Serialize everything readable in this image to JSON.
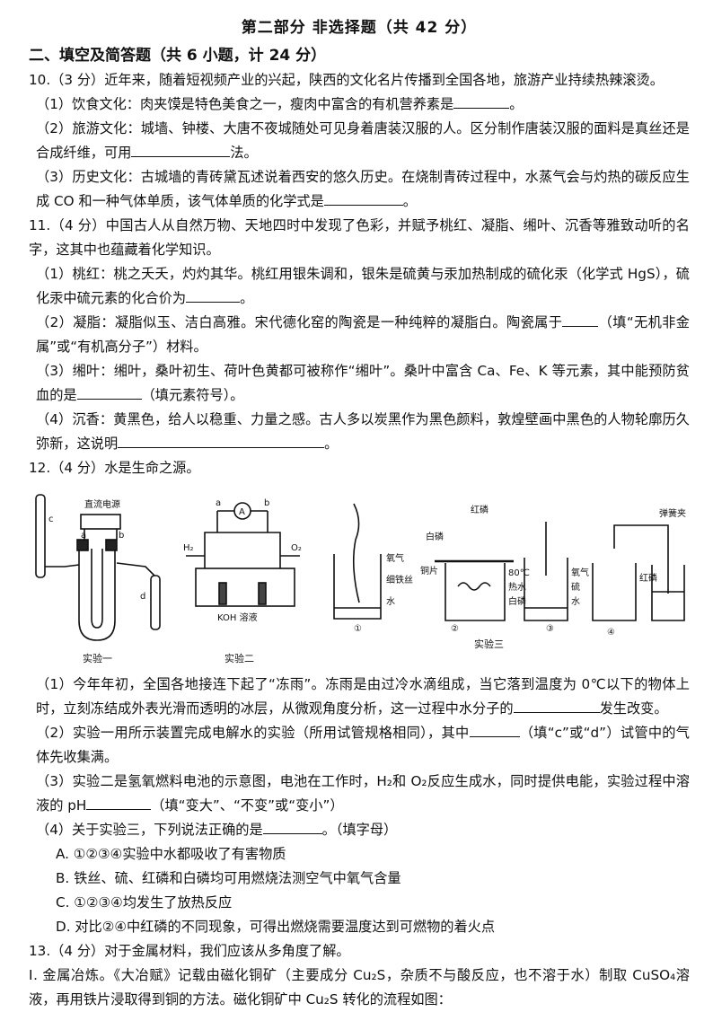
{
  "header": "第二部分  非选择题（共 42 分）",
  "part2": "二、填空及简答题（共 6 小题，计 24 分）",
  "q10": {
    "stem": "10.（3 分）近年来，随着短视频产业的兴起，陕西的文化名片传播到全国各地，旅游产业持续热辣滚烫。",
    "s1": "（1）饮食文化：肉夹馍是特色美食之一，瘦肉中富含的有机营养素是",
    "s1_end": "。",
    "s2a": "（2）旅游文化：城墙、钟楼、大唐不夜城随处可见身着唐装汉服的人。区分制作唐装汉服的面料是真丝还是合成纤维，可用",
    "s2_end": "法。",
    "s3a": "（3）历史文化：古城墙的青砖黛瓦述说着西安的悠久历史。在烧制青砖过程中，水蒸气会与灼热的碳反应生成 CO 和一种气体单质，该气体单质的化学式是",
    "s3_end": "。"
  },
  "q11": {
    "stem": "11.（4 分）中国古人从自然万物、天地四时中发现了色彩，并赋予桃红、凝脂、缃叶、沉香等雅致动听的名字，这其中也蕴藏着化学知识。",
    "s1a": "（1）桃红：桃之夭夭，灼灼其华。桃红用银朱调和，银朱是硫黄与汞加热制成的硫化汞（化学式 HgS），硫化汞中硫元素的化合价为",
    "s1_end": "。",
    "s2a": "（2）凝脂：凝脂似玉、洁白高雅。宋代德化窑的陶瓷是一种纯粹的凝脂白。陶瓷属于",
    "s2b": "（填“无机非金属”或“有机高分子”）材料。",
    "s3a": "（3）缃叶：缃叶，桑叶初生、荷叶色黄都可被称作“缃叶”。桑叶中富含 Ca、Fe、K 等元素，其中能预防贫血的是",
    "s3b": "（填元素符号）。",
    "s4a": "（4）沉香：黄黑色，给人以稳重、力量之感。古人多以炭黑作为黑色颜料，敦煌壁画中黑色的人物轮廓历久弥新，这说明",
    "s4_end": "。"
  },
  "q12": {
    "stem": "12.（4 分）水是生命之源。",
    "figure": {
      "exp1": "实验一",
      "exp2": "实验二",
      "exp3": "实验三",
      "power": "直流电源",
      "label_a": "a",
      "label_b": "b",
      "label_c": "c",
      "label_d": "d",
      "ammeter": "A",
      "h2": "H₂",
      "o2": "O₂",
      "koh": "KOH 溶液",
      "oxygen": "氧气",
      "wire": "细铁丝",
      "water": "水",
      "red_p": "红磷",
      "white_p": "白磷",
      "copper": "铜片",
      "temp": "80℃",
      "hot_water": "热水",
      "sulfur": "硫",
      "clip": "弹簧夹",
      "n1": "①",
      "n2": "②",
      "n3": "③",
      "n4": "④"
    },
    "s1a": "（1）今年年初，全国各地接连下起了“冻雨”。冻雨是由过冷水滴组成，当它落到温度为 0℃以下的物体上时，立刻冻结成外表光滑而透明的冰层，从微观角度分析，这一过程中水分子的",
    "s1b": "发生改变。",
    "s2a": "（2）实验一用所示装置完成电解水的实验（所用试管规格相同），其中",
    "s2b": "（填“c”或“d”）试管中的气体先收集满。",
    "s3a": "（3）实验二是氢氧燃料电池的示意图，电池在工作时，H₂和 O₂反应生成水，同时提供电能，实验过程中溶液的 pH",
    "s3b": "（填“变大”、“不变”或“变小”）",
    "s4a": "（4）关于实验三，下列说法正确的是",
    "s4b": "。（填字母）",
    "optA": "A. ①②③④实验中水都吸收了有害物质",
    "optB": "B. 铁丝、硫、红磷和白磷均可用燃烧法测空气中氧气含量",
    "optC": "C. ①②③④均发生了放热反应",
    "optD": "D. 对比②④中红磷的不同现象，可得出燃烧需要温度达到可燃物的着火点"
  },
  "q13": {
    "stem": "13.（4 分）对于金属材料，我们应该从多角度了解。",
    "p1": "Ⅰ. 金属冶炼。《大冶赋》记载由磁化铜矿（主要成分 Cu₂S，杂质不与酸反应，也不溶于水）制取 CuSO₄溶液，再用铁片浸取得到铜的方法。磁化铜矿中 Cu₂S 转化的流程如图："
  }
}
